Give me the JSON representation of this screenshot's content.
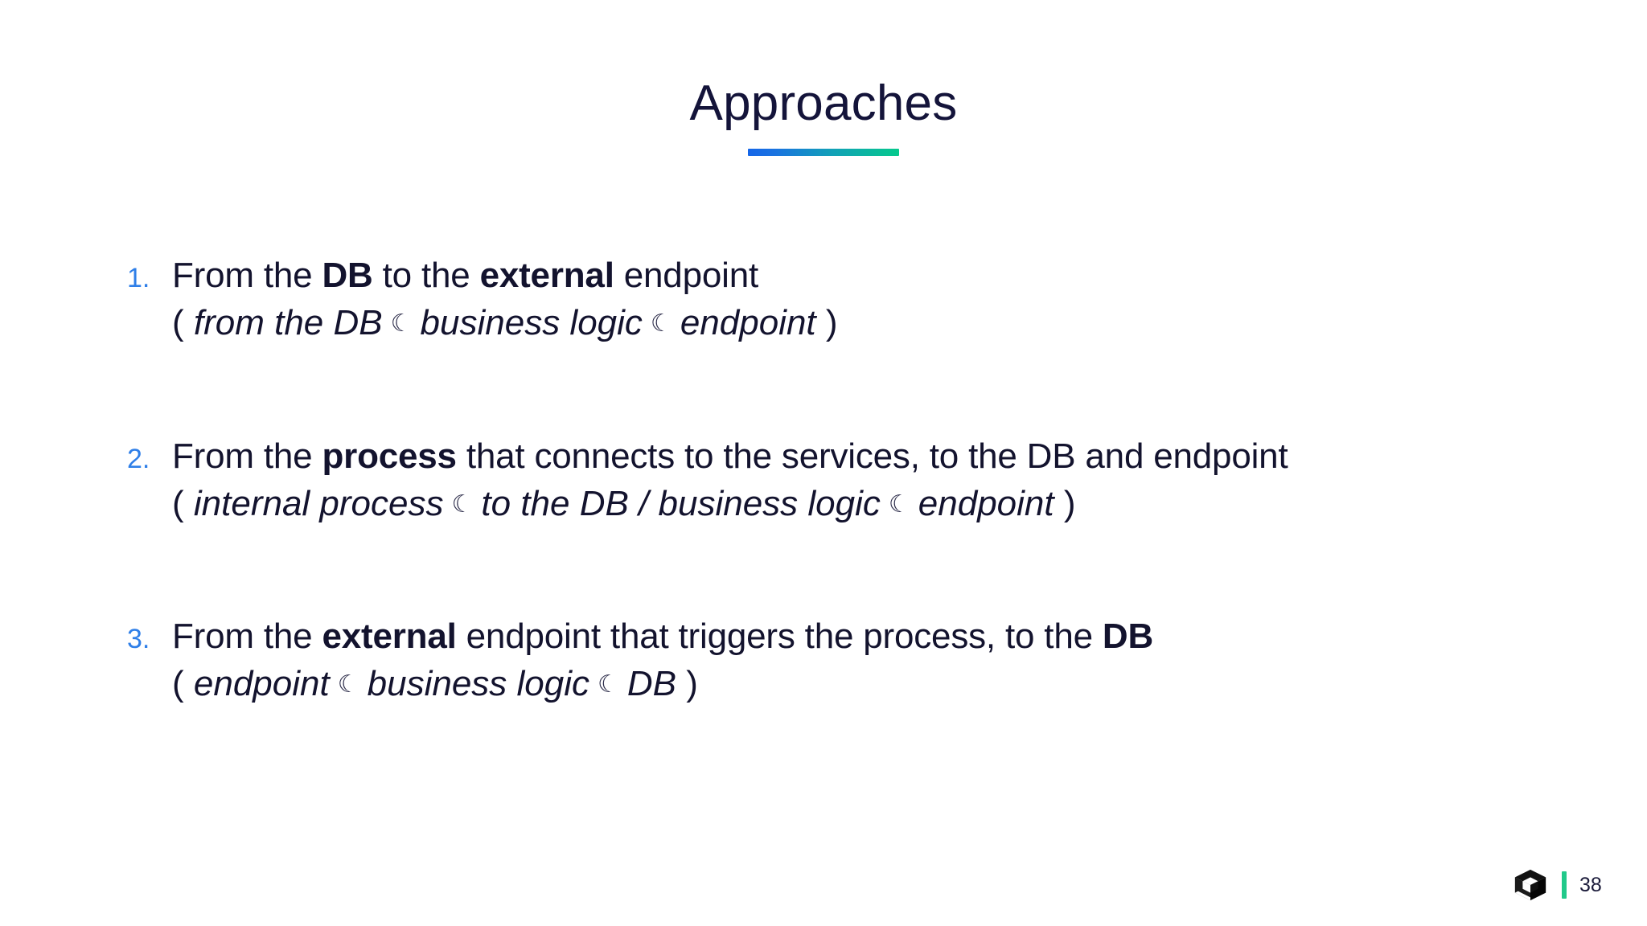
{
  "slide": {
    "title": "Approaches",
    "accent_gradient_from": "#1566e8",
    "accent_gradient_to": "#05c98c",
    "marker_color": "#2f7fe8",
    "text_color": "#13132e",
    "background": "#ffffff"
  },
  "items": [
    {
      "marker": "1.",
      "main": {
        "pre": "From the ",
        "bold1": "DB",
        "mid": " to the ",
        "bold2": "external",
        "post": " endpoint"
      },
      "sub": {
        "open": "(",
        "part1": "from the DB",
        "arrow1": "☾",
        "part2": "business logic",
        "arrow2": "☾",
        "part3": "endpoint",
        "close": ")"
      }
    },
    {
      "marker": "2.",
      "main": {
        "pre": "From the ",
        "bold1": "process",
        "mid": " that connects to the services, to the DB and endpoint",
        "bold2": "",
        "post": ""
      },
      "sub": {
        "open": "(",
        "part1": "internal process",
        "arrow1": "☾",
        "part2": "to the DB / business logic",
        "arrow2": "☾",
        "part3": "endpoint",
        "close": ")"
      }
    },
    {
      "marker": "3.",
      "main": {
        "pre": "From the ",
        "bold1": "external",
        "mid": " endpoint that triggers the process, to the ",
        "bold2": "DB",
        "post": ""
      },
      "sub": {
        "open": "(",
        "part1": "endpoint",
        "arrow1": "☾",
        "part2": "business logic",
        "arrow2": "☾",
        "part3": "DB",
        "close": ")"
      }
    }
  ],
  "footer": {
    "logo_name": "cube-logo",
    "separator_color": "#21c98a",
    "page_number": "38"
  }
}
